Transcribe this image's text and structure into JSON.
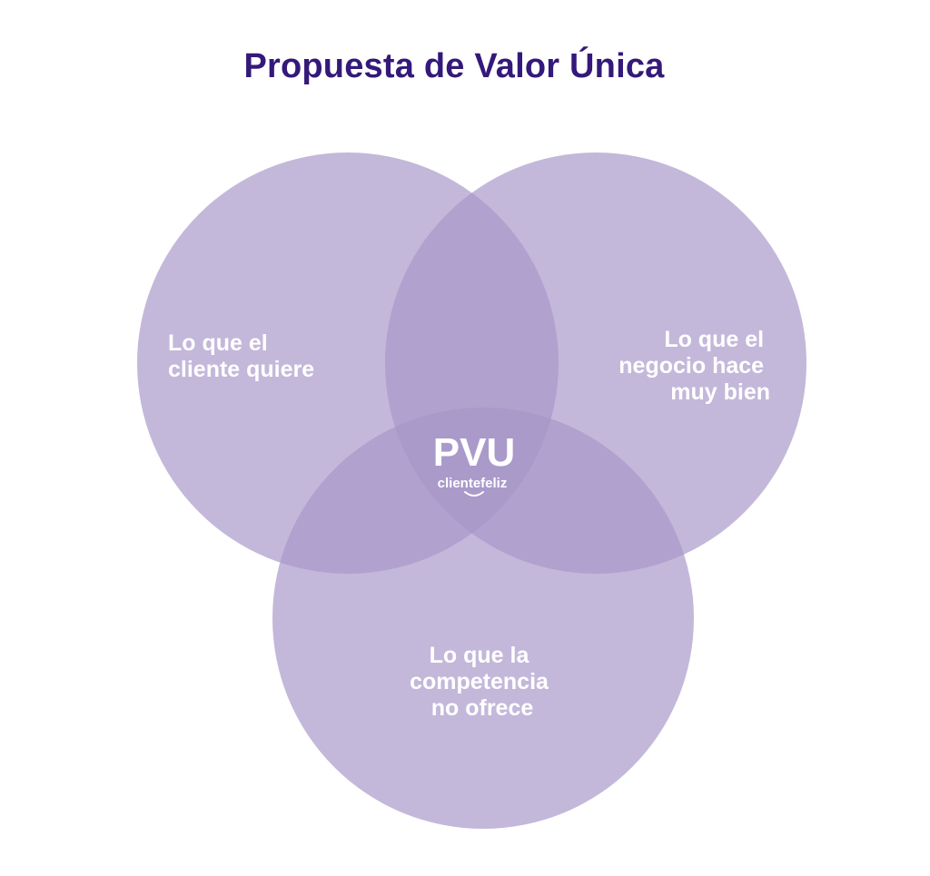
{
  "title": "Propuesta de Valor Única",
  "colors": {
    "title": "#34197a",
    "circle_fill": "#a697c9",
    "label": "#ffffff"
  },
  "circles": [
    {
      "id": "cliente",
      "label_lines": [
        "Lo que el",
        "cliente quiere"
      ],
      "align": "left"
    },
    {
      "id": "negocio",
      "label_lines": [
        "Lo que el",
        "negocio hace",
        "muy bien"
      ],
      "align": "right"
    },
    {
      "id": "competencia",
      "label_lines": [
        "Lo que la",
        "competencia",
        "no ofrece"
      ],
      "align": "center"
    }
  ],
  "center": {
    "label": "PVU",
    "brand": "clientefeliz",
    "brand_icon": "smile-icon"
  }
}
